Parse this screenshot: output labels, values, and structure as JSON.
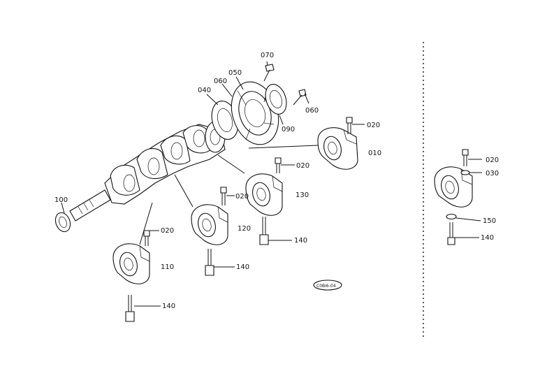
{
  "labels": {
    "p070": "070",
    "p050": "050",
    "p060a": "060",
    "p040": "040",
    "p060b": "060",
    "p090": "090",
    "p020a": "020",
    "p010": "010",
    "p020b": "020",
    "p130": "130",
    "p020c": "020",
    "p140a": "140",
    "p120": "120",
    "p100": "100",
    "p020d": "020",
    "p110": "110",
    "p140b": "140",
    "p140c": "140",
    "code": "C0BI6-04",
    "p020r": "020",
    "p030r": "030",
    "p150r": "150",
    "p140r": "140"
  },
  "colors": {
    "ink": "#111111",
    "paper": "#ffffff"
  }
}
